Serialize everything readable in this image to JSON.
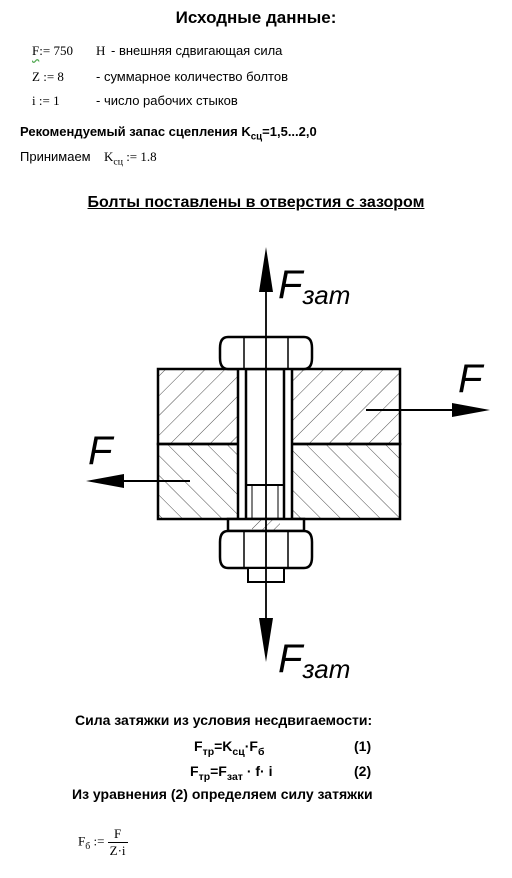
{
  "title": "Исходные данные:",
  "given": {
    "force": {
      "symbol": "F",
      "assign": ":=",
      "value": "750",
      "unit": "Н",
      "desc": "- внешняя сдвигающая сила"
    },
    "bolts": {
      "symbol": "Z",
      "assign": ":=",
      "value": "8",
      "desc": "- суммарное количество болтов"
    },
    "joints": {
      "symbol": "i",
      "assign": ":=",
      "value": "1",
      "desc": "- число рабочих стыков"
    }
  },
  "recommend": {
    "text": "Рекомендуемый запас сцепления K",
    "sub": "сц",
    "range": "=1,5...2,0"
  },
  "accept": {
    "label": "Принимаем",
    "symbol": "K",
    "sub": "сц",
    "assign": ":=",
    "value": "1.8"
  },
  "section_title": "Болты поставлены в отверстия с зазором",
  "diagram": {
    "f_top": "F",
    "f_top_sub": "зат",
    "f_right": "F",
    "f_left": "F",
    "f_bottom": "F",
    "f_bottom_sub": "зат"
  },
  "clamp_title": "Сила затяжки из условия несдвигаемости:",
  "eq1": {
    "lhs": "F",
    "lhs_sub": "тр",
    "eq": "=K",
    "k_sub": "сц",
    "dot": "·F",
    "f_sub": "б",
    "num": "(1)"
  },
  "eq2": {
    "lhs": "F",
    "lhs_sub": "тр",
    "eq": "=F",
    "z_sub": "зат",
    "rest": " · f· i",
    "num": "(2)"
  },
  "from_eq": "Из уравнения (2) определяем силу затяжки",
  "fb": {
    "symbol": "F",
    "sub": "б",
    "assign": ":=",
    "num": "F",
    "den": "Z·i"
  }
}
